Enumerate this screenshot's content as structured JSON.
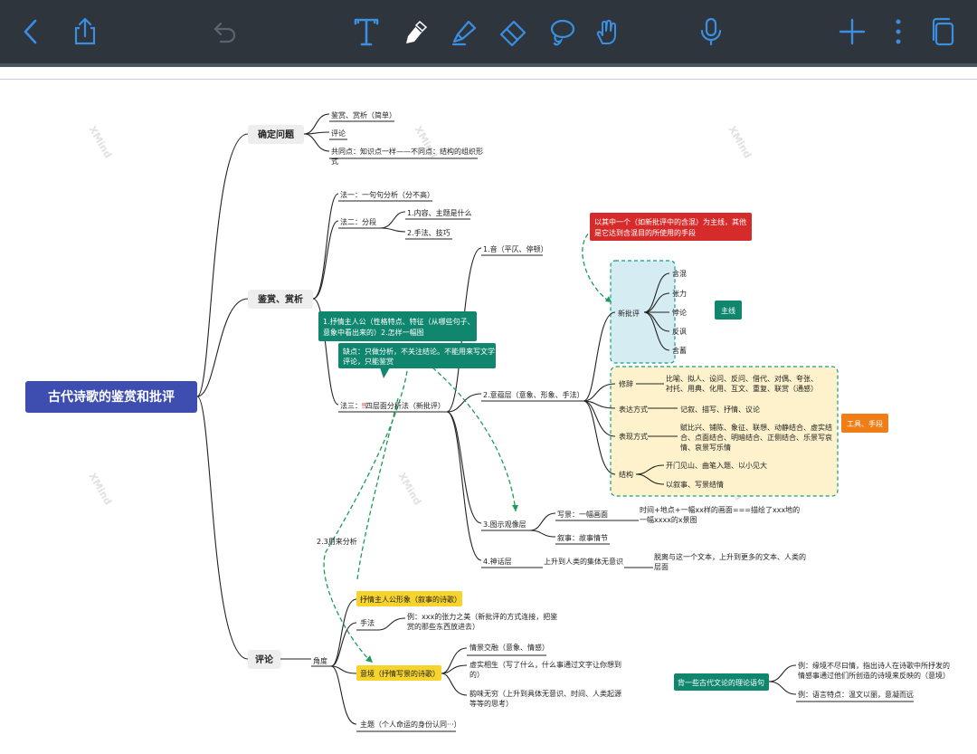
{
  "colors": {
    "toolbar_bg": "#2f353c",
    "icon_blue": "#3a8fe0",
    "root_bg": "#3d4db0",
    "teal_box": "#10866f",
    "red_box": "#d62b2b",
    "orange_box": "#f07d16",
    "yellow_tag": "#f6d32d",
    "blue_group": "#d6ecf3",
    "yellow_group": "#fdf2cc",
    "green_dash": "#1e9b58"
  },
  "toolbar": {
    "icons": [
      "back-icon",
      "share-icon",
      "undo-icon",
      "text-tool-icon",
      "pen-icon",
      "highlighter-icon",
      "eraser-icon",
      "lasso-icon",
      "hand-icon",
      "microphone-icon",
      "add-icon",
      "more-icon",
      "pages-icon"
    ]
  },
  "watermark": {
    "brand": "XMind"
  },
  "mindmap": {
    "root": "古代诗歌的鉴赏和批评",
    "sec1": {
      "title": "确定问题",
      "items": [
        "鉴赏、赏析（简单）",
        "评论"
      ],
      "common_l1": "共同点：知识点一样——不同点：结构的组织形",
      "common_l2": "式"
    },
    "sec2": {
      "title": "鉴赏、赏析",
      "m1": "法一：一句句分析（分不高）",
      "m2": "法二：分段",
      "m2_sub": [
        "1.内容、主题是什么",
        "2.手法、技巧"
      ],
      "note1_l1": "1.抒情主人公（性格特点、特征（从哪些句子、",
      "note1_l2": "意象中看出来的）2.怎样一幅图",
      "note2_l1": "缺点：只做分析，不关注结论。不能用来写文学",
      "note2_l2": "评论，只能鉴赏",
      "m3_prefix": "法三：",
      "m3_mark": "‼",
      "m3_text": "四层面分析法（新批评）",
      "layers": {
        "l1": "1.音（平仄、停顿）",
        "l2": "2.意蕴层（意象、形象、手法）",
        "l3": "3.图示观像层",
        "l4": "4.神话层"
      },
      "red_l1": "以其中一个（如新批评中的含混）为主线，其他",
      "red_l2": "是它达到含混目的所使用的手段",
      "xinpiping": "新批评",
      "xp_items": [
        "含混",
        "张力",
        "悖论",
        "反讽",
        "含蓄"
      ],
      "zhuxian": "主线",
      "xiuci": "修辞",
      "xiuci_l1": "比喻、拟人、设问、反问、借代、对偶、夸张、",
      "xiuci_l2": "衬托、用典、化用、互文、重复、联赏（通感）",
      "biaoda": "表达方式",
      "biaoda_text": "记叙、描写、抒情、议论",
      "biaoxian": "表现方式",
      "biaoxian_l1": "赋比兴、铺陈、象征、联想、动静结合、虚实结",
      "biaoxian_l2": "合、点面结合、明暗结合、正侧结合、乐景写哀",
      "biaoxian_l3": "情、哀景写乐情",
      "jiegou": "结构",
      "jiegou_items": [
        "开门见山、曲笔入题、以小见大",
        "以叙事、写景结情"
      ],
      "gongju": "工具、手段",
      "xiejing": "写景：一幅画面",
      "xiejing_r1": "时间+地点+一幅xx样的画面===描绘了xxx地的",
      "xiejing_r2": "一幅xxxx的x景图",
      "xushi": "叙事：故事情节",
      "shangsheng": "上升到人类的集体无意识",
      "tuoli_l1": "脱离与这一个文本，上升到更多的文本、人类的",
      "tuoli_l2": "层面"
    },
    "sec3": {
      "title": "评论",
      "jiaodu": "角度",
      "shuqing_tag": "抒情主人公形象（叙事的诗歌）",
      "shoufa": "手法",
      "shoufa_l1": "例：xxx的张力之美（新批评的方式连接，把鉴",
      "shoufa_l2": "赏的那些东西放进去）",
      "yijing_tag": "意境（抒情写景的诗歌）",
      "yj1": "情景交融（意象、情感）",
      "yj2_l1": "虚实相生（写了什么，什么事通过文字让你想到",
      "yj2_l2": "的）",
      "yj3_l1": "韵味无穷（上升到具体无意识、时间、人类起源",
      "yj3_l2": "等等的思考）",
      "zhuti": "主题（个人命运的身份认同···）",
      "reuse": "2.3用来分析",
      "beiyi": "背一些古代文论的理论语句",
      "eg1_l1": "例：缘境不尽曰情，指出诗人在诗歌中所抒发的",
      "eg1_l2": "情感事通过他们所创造的诗境来反映的（意境）",
      "eg2": "例：语言特点：温文以丽，意凝而远"
    }
  }
}
